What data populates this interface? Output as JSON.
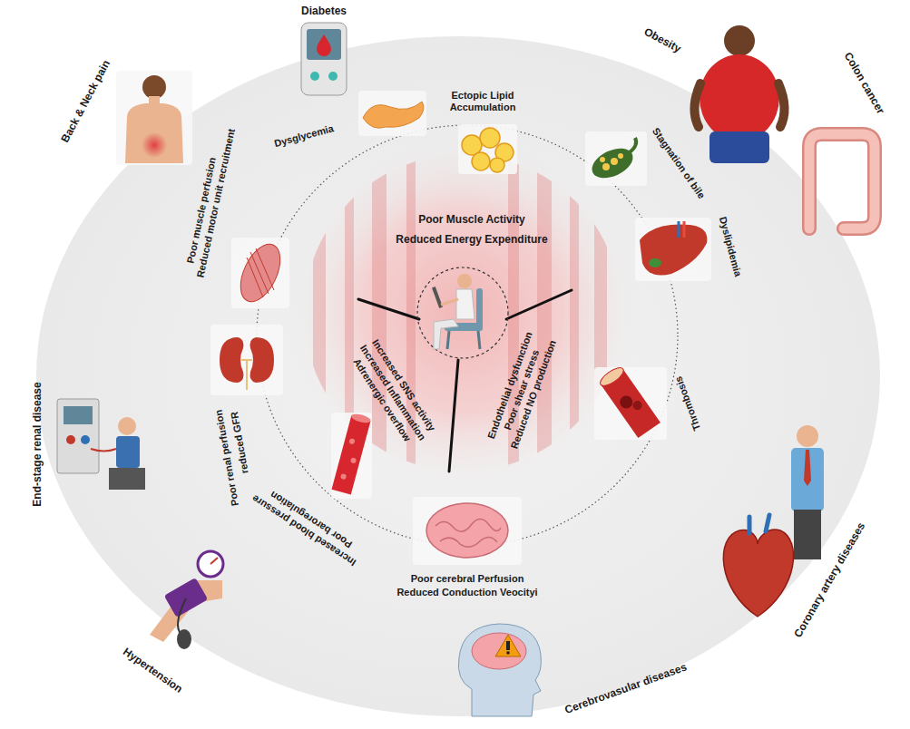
{
  "diagram": {
    "labels": [
      "Diabetes",
      "Obesity",
      "Colon cancer",
      "Back & Neck pain",
      "Dysglycemia",
      "Ectopic Lipid Accumulation",
      "Stagnation of bile",
      "Dyslipidemia",
      "Poor Muscle Activity",
      "Reduced Energy Expenditure",
      "Increased SNS activity",
      "Increased Inflammation",
      "Adrenergic overflow",
      "Endothelial dysfunction",
      "Poor shear stress",
      "Reduced NO production",
      "Thrombosis",
      "Poor cerebral Perfusion",
      "Reduced Conduction Veocityi",
      "Increased blood pressure",
      "Poor baroregulation",
      "Poor renal perfusion",
      "reduced GFR",
      "Poor muscle perfusion",
      "Reduced motor unit recruitment",
      "End-stage renal disease",
      "Hypertension",
      "Cerebrovasular diseases",
      "Coronary artery diseases"
    ]
  }
}
